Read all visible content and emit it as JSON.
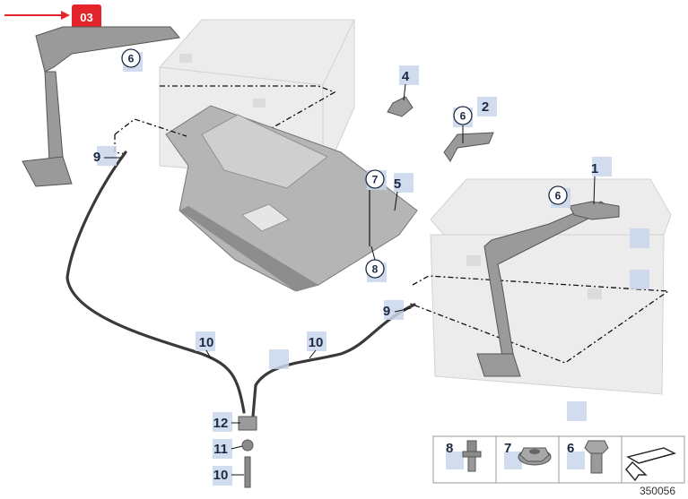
{
  "diagram": {
    "group_tag": "03",
    "drawing_number": "350056",
    "callouts": {
      "c1": "1",
      "c2": "2",
      "c4": "4",
      "c5": "5",
      "c6a": "6",
      "c6b": "6",
      "c6c": "6",
      "c7": "7",
      "c8": "8",
      "c9a": "9",
      "c9b": "9",
      "c10a": "10",
      "c10b": "10",
      "c10c": "10",
      "c11": "11",
      "c12": "12"
    },
    "legend": [
      {
        "num": "8",
        "icon": "stud-bolt-icon"
      },
      {
        "num": "7",
        "icon": "flange-nut-icon"
      },
      {
        "num": "6",
        "icon": "hex-bolt-icon"
      },
      {
        "num": "",
        "icon": "wedge-arrow-icon"
      }
    ],
    "colors": {
      "tag": "#e3242b",
      "highlight": "#c9d6ec",
      "ink": "#1b2a44"
    }
  }
}
